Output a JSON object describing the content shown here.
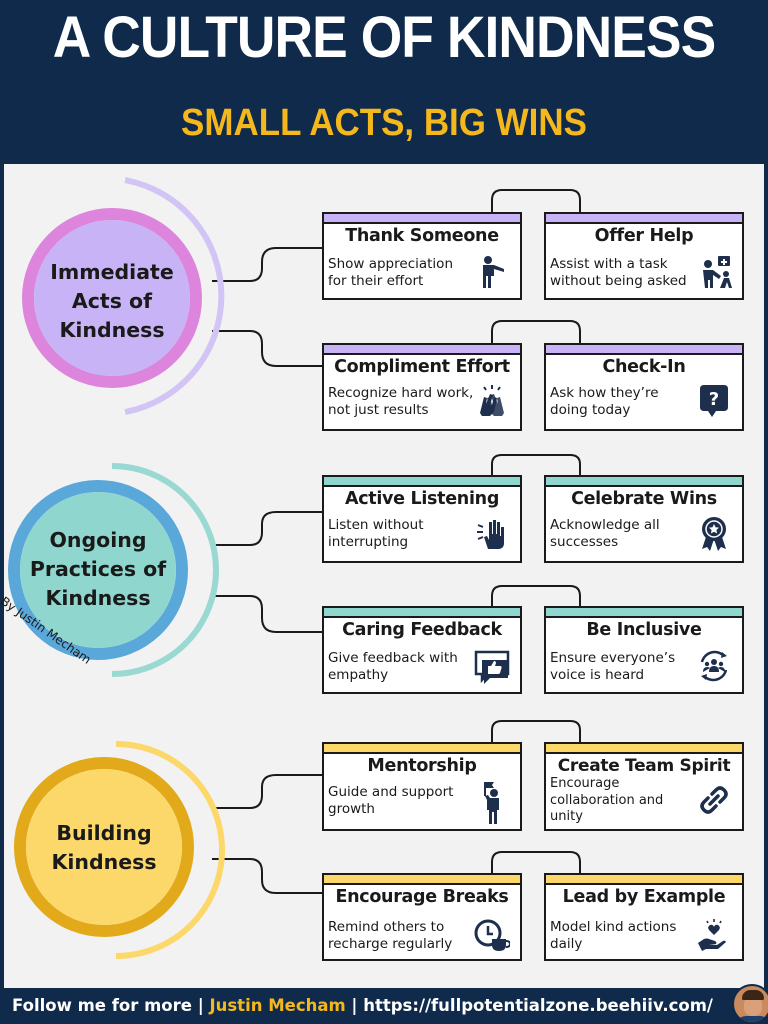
{
  "header": {
    "title": "A CULTURE OF KINDNESS",
    "subtitle": "SMALL ACTS, BIG WINS"
  },
  "colors": {
    "navy": "#0f2a4a",
    "gold": "#f5b81c",
    "purple": "#c7b3f5",
    "teal": "#8fd6cf",
    "yellow": "#fcd86a"
  },
  "byline": "By Justin Mecham",
  "sections": [
    {
      "title_lines": [
        "Immediate",
        "Acts of",
        "Kindness"
      ],
      "cards": [
        {
          "title": "Thank Someone",
          "desc": "Show appreciation for their effort",
          "icon": "person-pointing-icon"
        },
        {
          "title": "Offer Help",
          "desc": "Assist with a task without being asked",
          "icon": "helping-person-icon"
        },
        {
          "title": "Compliment Effort",
          "desc": "Recognize hard work, not just results",
          "icon": "high-five-icon"
        },
        {
          "title": "Check-In",
          "desc": "Ask how they’re doing today",
          "icon": "question-bubble-icon"
        }
      ]
    },
    {
      "title_lines": [
        "Ongoing",
        "Practices of",
        "Kindness"
      ],
      "cards": [
        {
          "title": "Active Listening",
          "desc": "Listen without interrupting",
          "icon": "listening-hand-icon"
        },
        {
          "title": "Celebrate Wins",
          "desc": "Acknowledge all successes",
          "icon": "award-ribbon-icon"
        },
        {
          "title": "Caring Feedback",
          "desc": "Give feedback with empathy",
          "icon": "thumbs-up-bubble-icon"
        },
        {
          "title": "Be Inclusive",
          "desc": "Ensure everyone’s voice is heard",
          "icon": "group-cycle-icon"
        }
      ]
    },
    {
      "title_lines": [
        "Building",
        "Kindness"
      ],
      "cards": [
        {
          "title": "Mentorship",
          "desc": "Guide and support growth",
          "icon": "mentor-flag-icon"
        },
        {
          "title": "Create Team Spirit",
          "desc": "Encourage collaboration and unity",
          "icon": "chain-link-icon"
        },
        {
          "title": "Encourage Breaks",
          "desc": "Remind others to recharge regularly",
          "icon": "clock-cup-icon"
        },
        {
          "title": "Lead by Example",
          "desc": "Model kind actions daily",
          "icon": "heart-hand-icon"
        }
      ]
    }
  ],
  "footer": {
    "prefix": "Follow me for more | ",
    "name": "Justin Mecham",
    "suffix": " | https://fullpotentialzone.beehiiv.com/"
  }
}
